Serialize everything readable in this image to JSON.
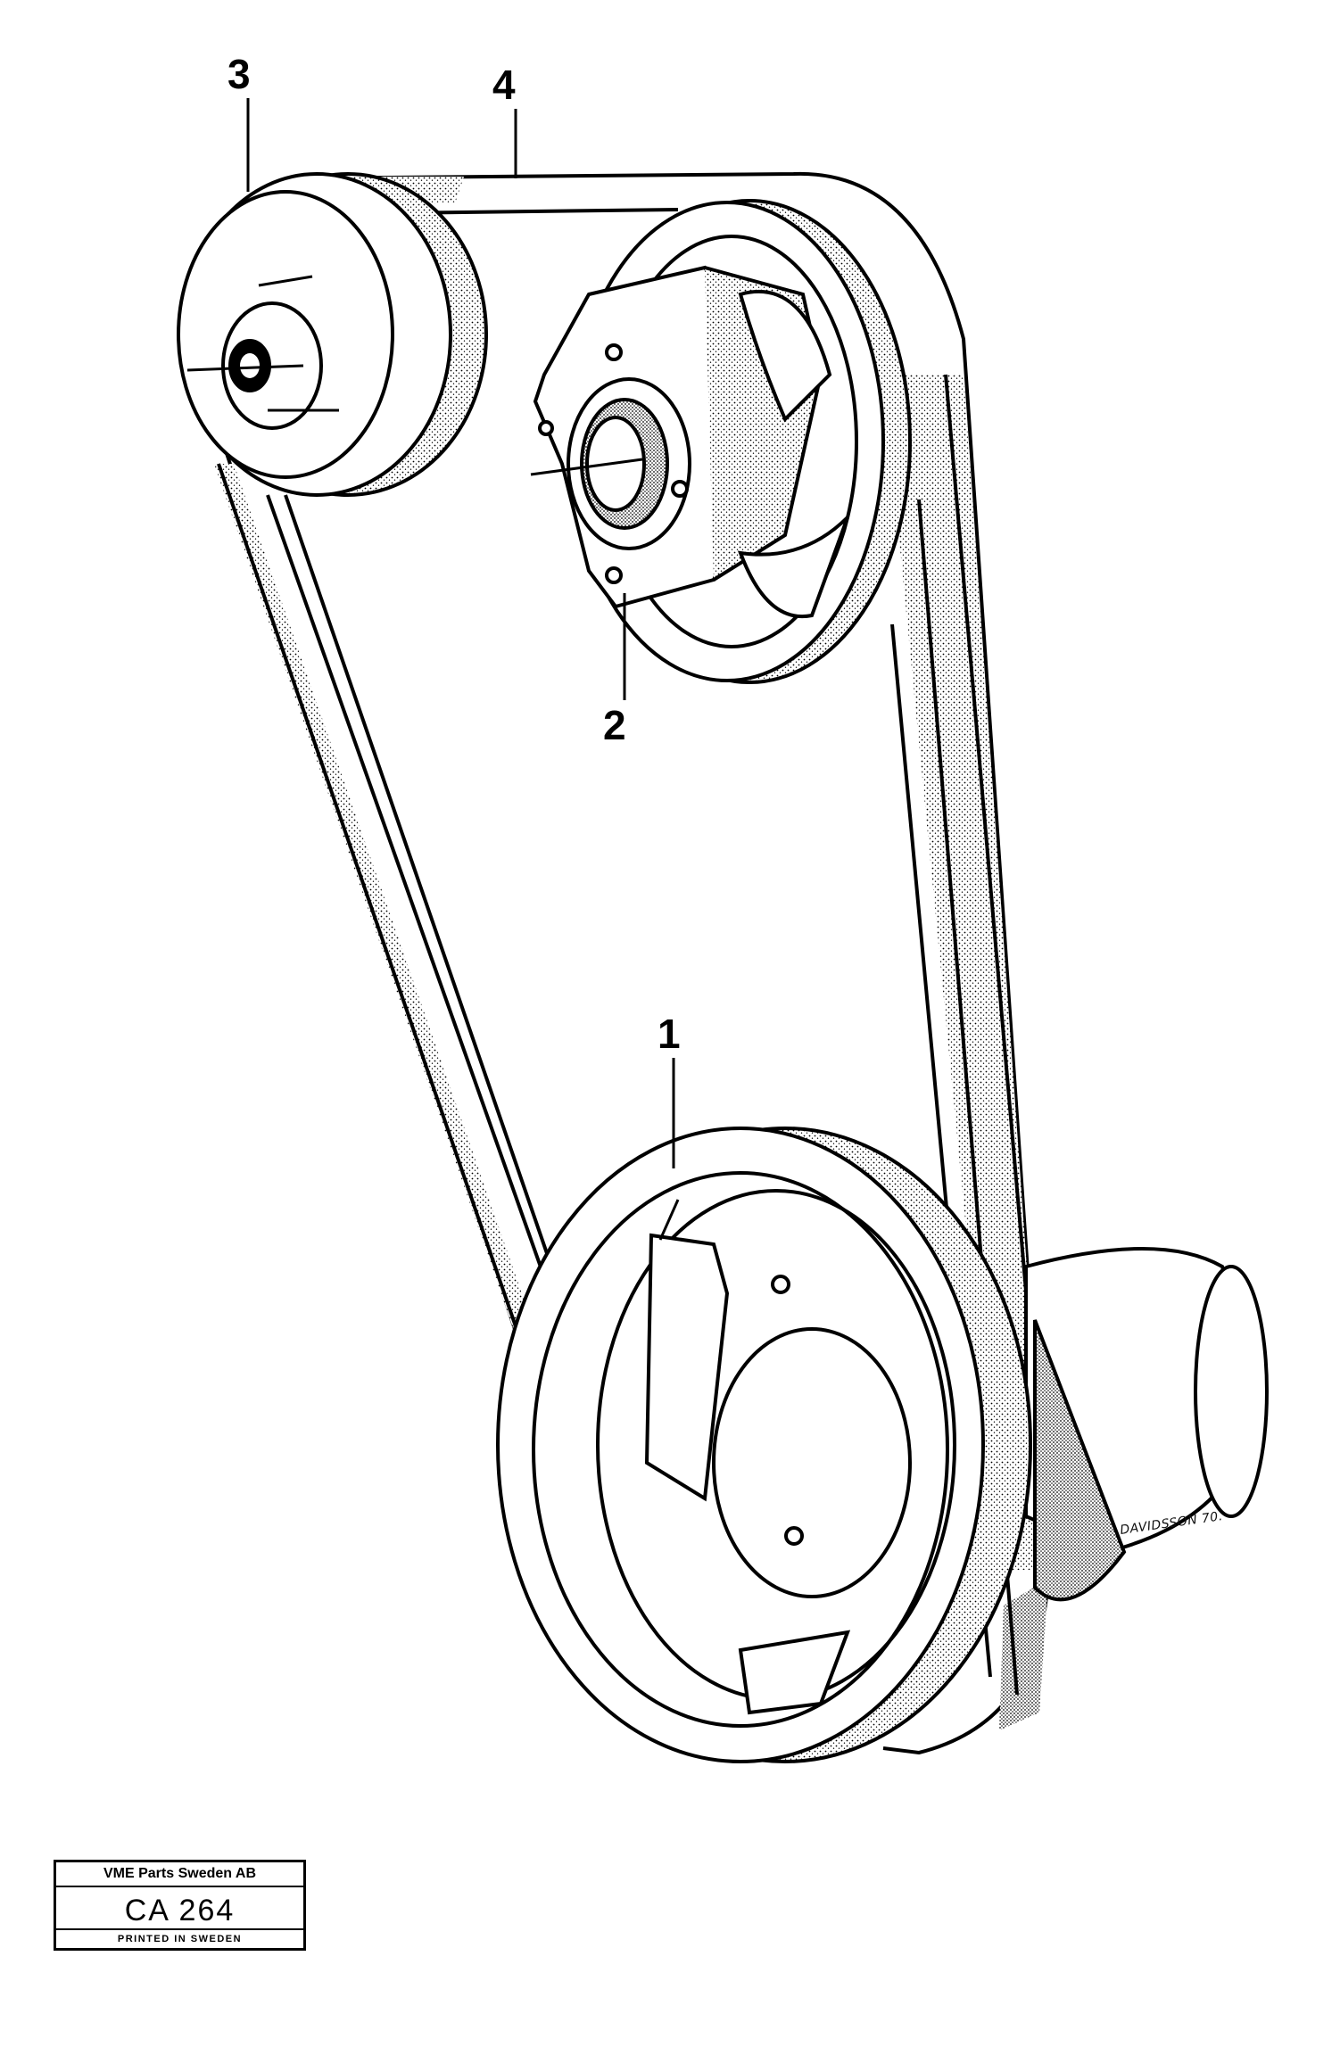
{
  "callouts": {
    "part_1": "1",
    "part_2": "2",
    "part_3": "3",
    "part_4": "4"
  },
  "signature": "DAVIDSSON 70.",
  "stamp": {
    "company": "VME Parts Sweden AB",
    "code": "CA 264",
    "footer": "PRINTED IN SWEDEN"
  },
  "colors": {
    "ink": "#000000",
    "paper": "#ffffff"
  }
}
